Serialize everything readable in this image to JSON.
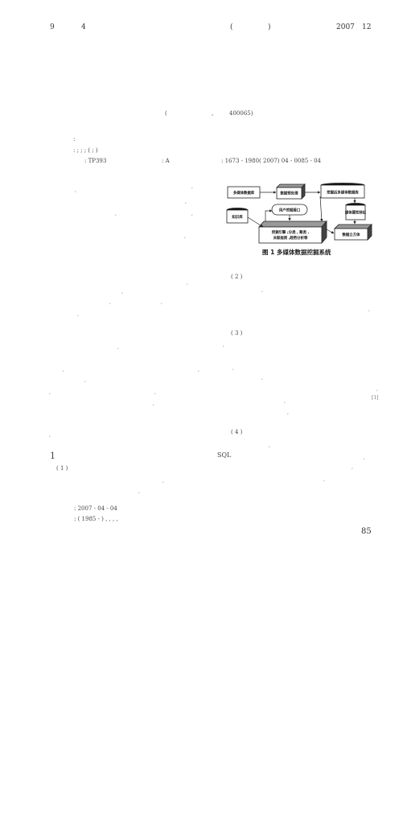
{
  "header": {
    "volume": "9",
    "issue": "4",
    "paren_open": "(",
    "paren_close": ")",
    "year": "2007",
    "month": "12"
  },
  "affiliation": {
    "open": "(",
    "comma": ",",
    "postcode": "400065)"
  },
  "meta": {
    "line1": ":",
    "line2": ":    ;    ;    ;    (    ;    )",
    "clc": ": TP393",
    "doc_code": ": A",
    "article_id": ": 1673 - 1980( 2007) 04 - 0085 - 04"
  },
  "sections": {
    "s2": "( 2 )",
    "s3": "( 3 )",
    "s4": "( 4 )",
    "s1": "( 1 )",
    "heading1": "1",
    "sql": "SQL",
    "ref": "[1]"
  },
  "footnote": {
    "received": ": 2007 - 04 - 04",
    "author": ":     ( 1985 - ) ,   ,          ,             ,"
  },
  "page_number": "85",
  "figure": {
    "caption": "图 1  多媒体数据挖掘系统",
    "nodes": {
      "mm_db": "多媒体数据库",
      "preprocess": "数据预处理",
      "mined_db": "挖掘后多媒体数据库",
      "interface": "用户挖掘接口",
      "kb": "知识库",
      "features": "媒体属性特征",
      "engine_l1": "挖掘引擎 ;分类 , 聚类 ,",
      "engine_l2": "关联规则 ,趋势分析等",
      "cube": "数据立方体"
    }
  }
}
